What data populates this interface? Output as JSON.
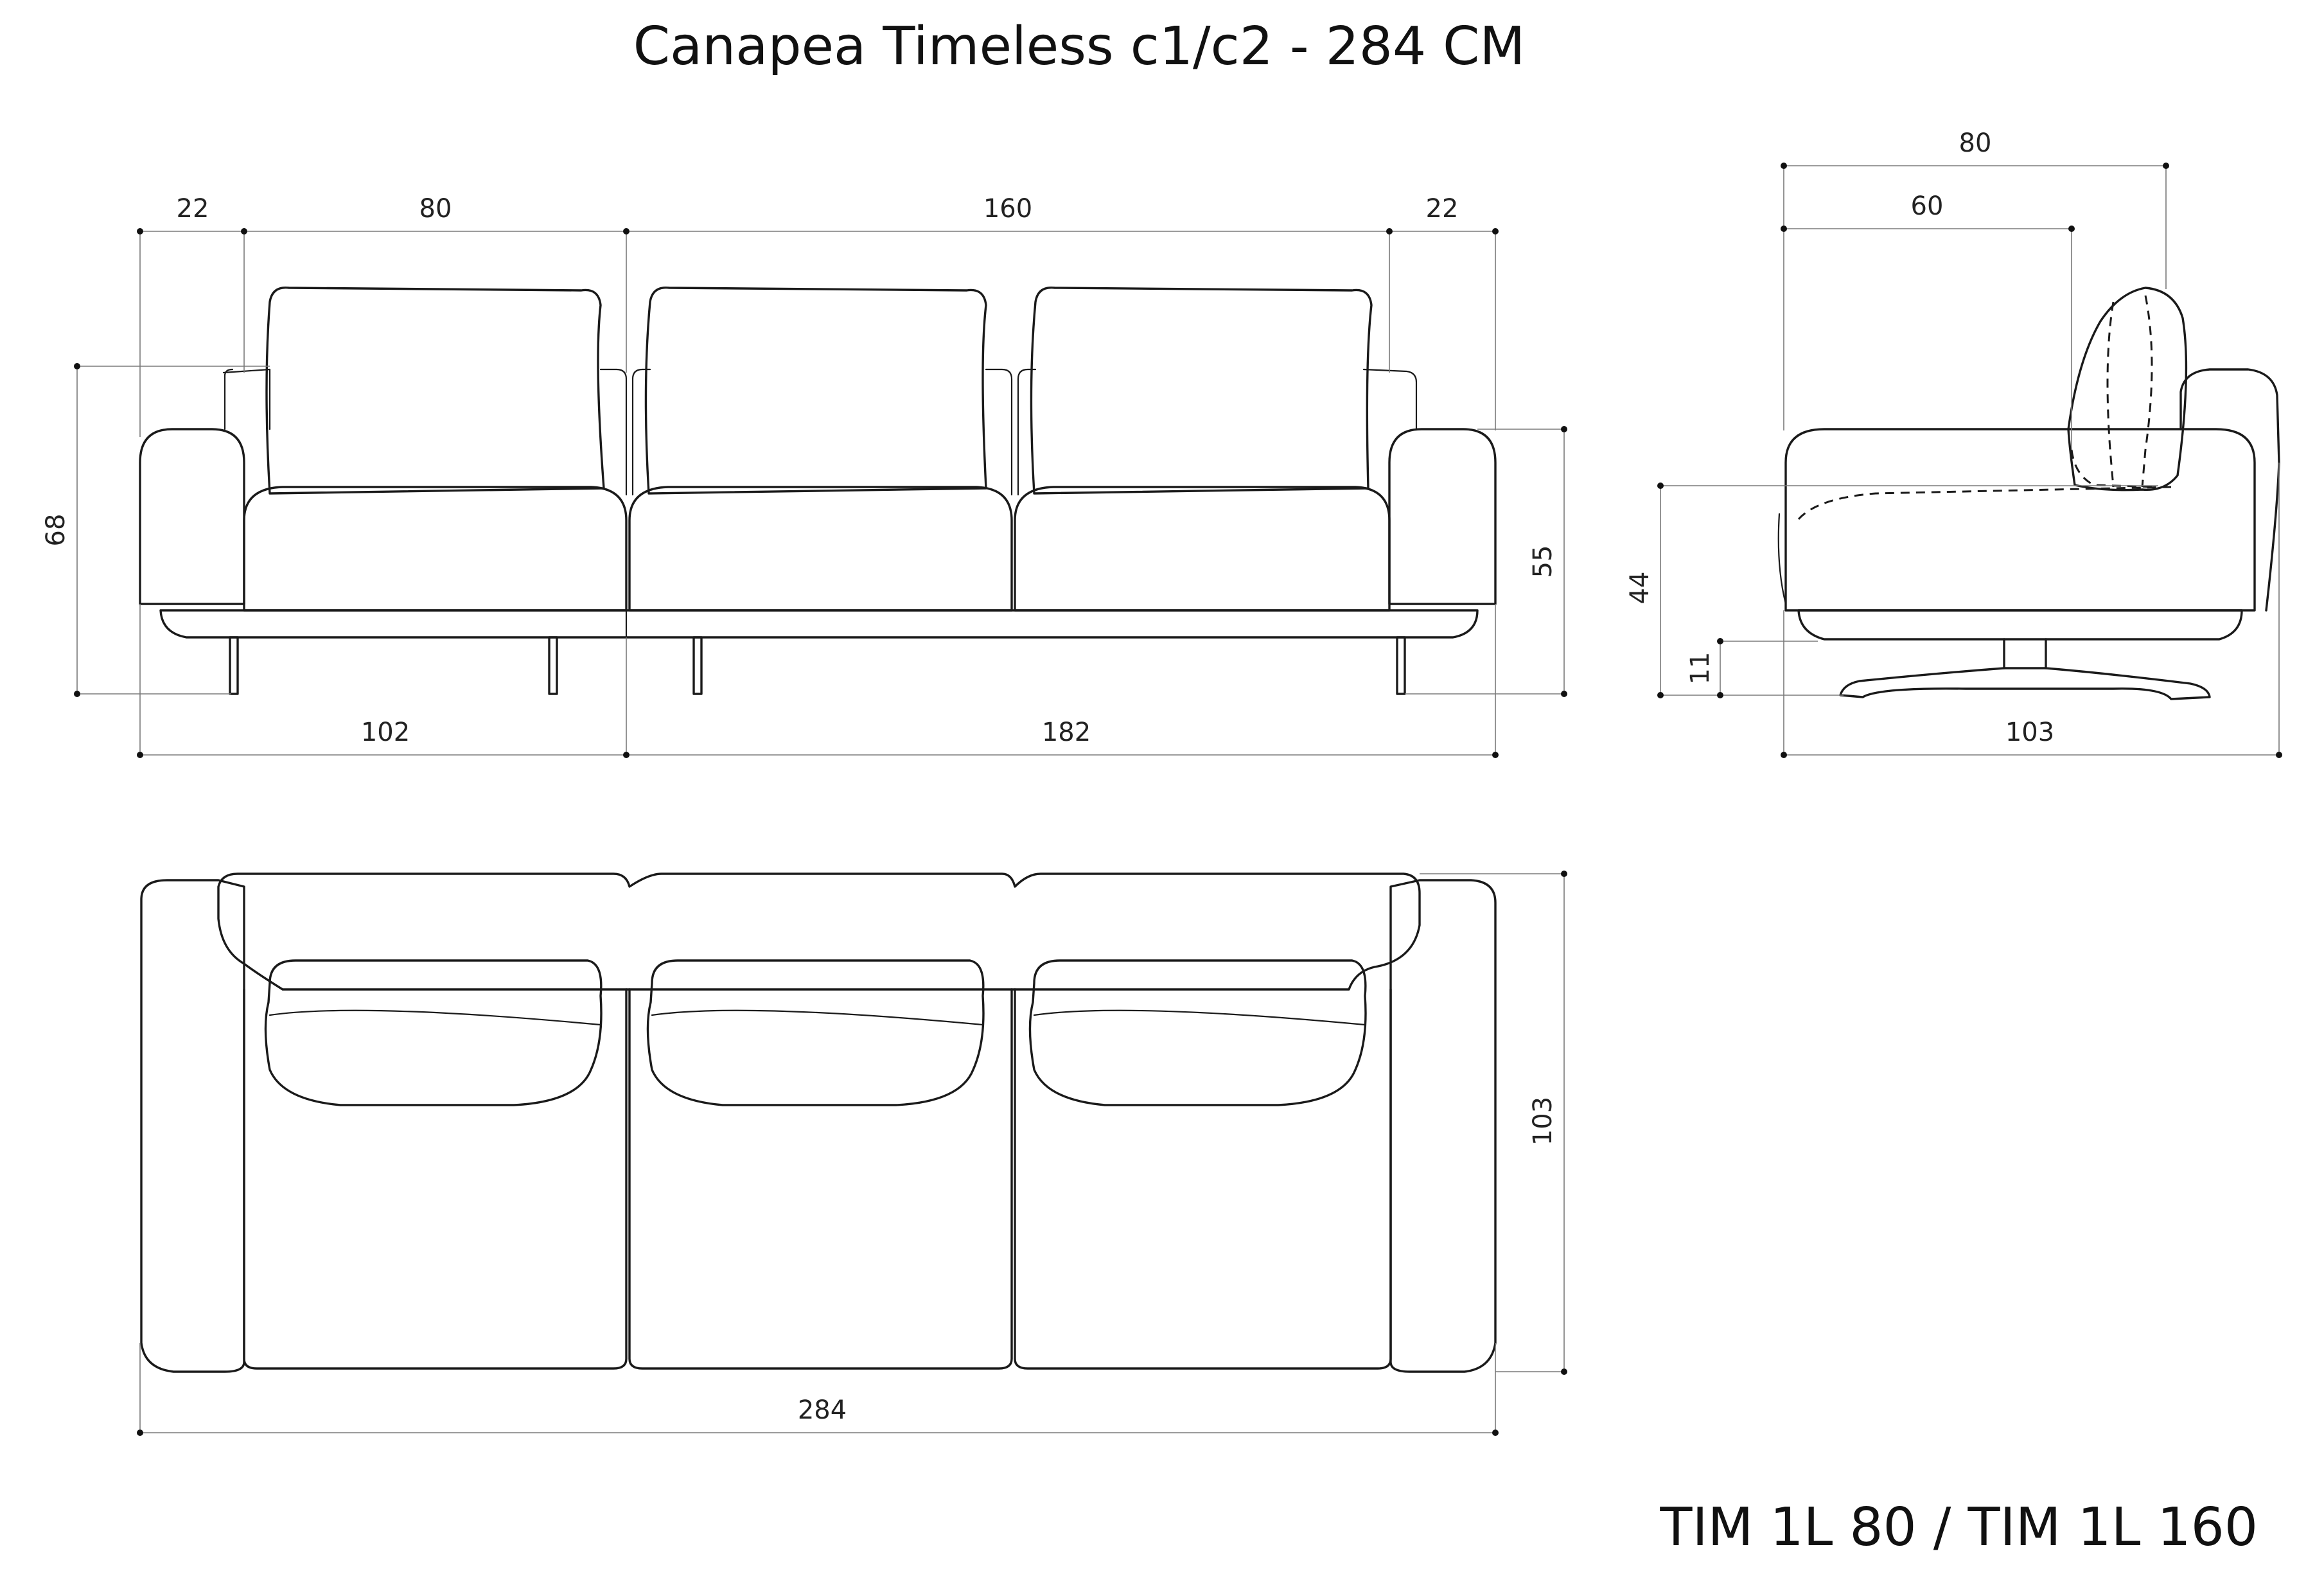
{
  "title": "Canapea Timeless c1/c2 - 284 CM",
  "model_code": "TIM 1L 80 / TIM 1L 160",
  "front_view": {
    "top_dims": [
      "22",
      "80",
      "160",
      "22"
    ],
    "height_total": "68",
    "seat_height": "55",
    "bottom_dims": [
      "102",
      "182"
    ]
  },
  "side_view": {
    "depth_outer": "80",
    "depth_inner": "60",
    "seat_height": "44",
    "leg_height": "11",
    "total_depth": "103"
  },
  "plan_view": {
    "depth": "103",
    "width": "284"
  }
}
